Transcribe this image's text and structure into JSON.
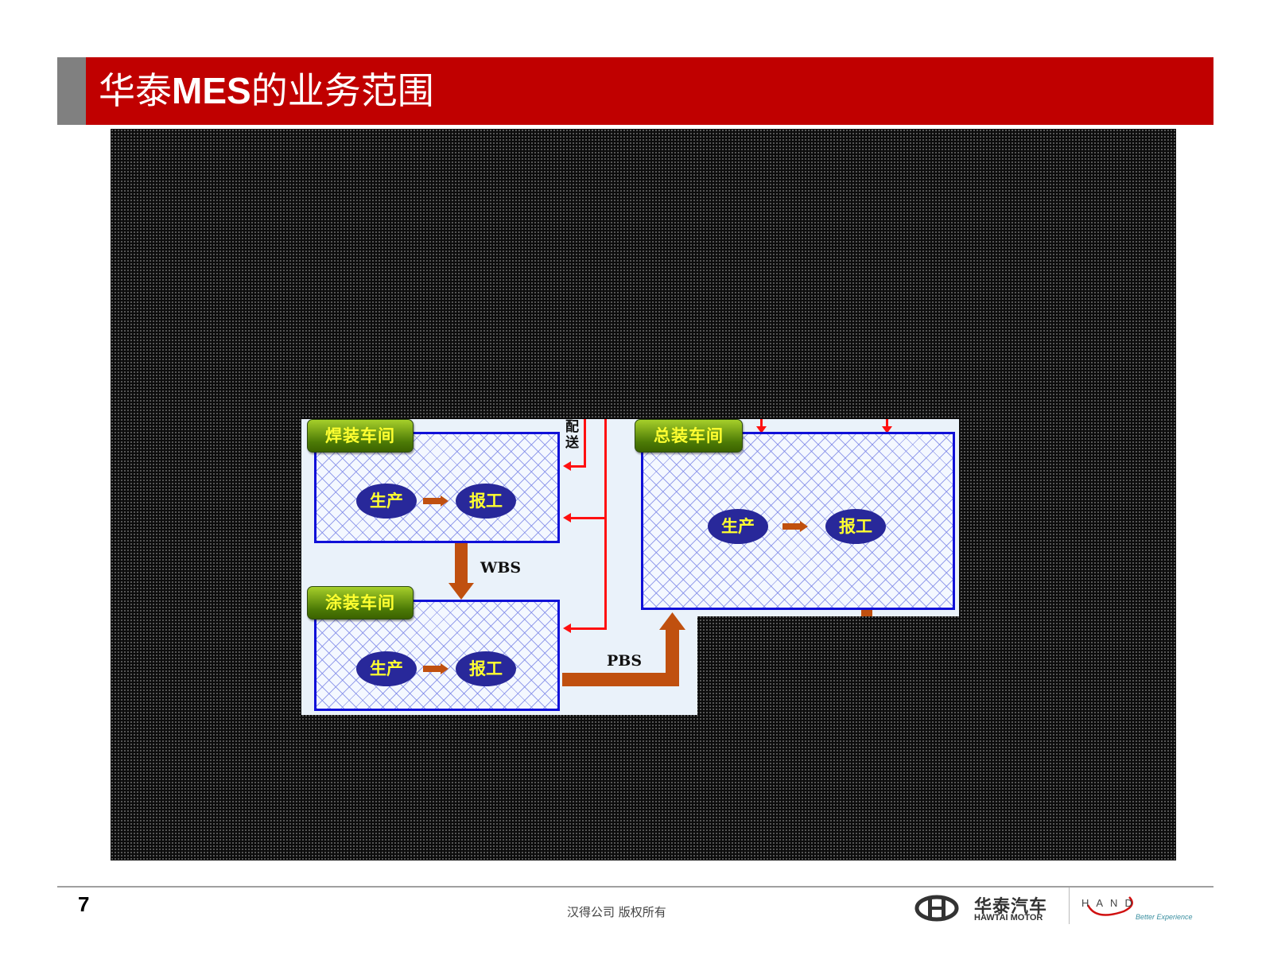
{
  "header": {
    "title_prefix": "华泰",
    "title_bold": "MES",
    "title_suffix": "的业务范围"
  },
  "diagram": {
    "shops": [
      {
        "name": "焊装车间",
        "step_from": "生产",
        "step_to": "报工"
      },
      {
        "name": "涂装车间",
        "step_from": "生产",
        "step_to": "报工"
      },
      {
        "name": "总装车间",
        "step_from": "生产",
        "step_to": "报工"
      }
    ],
    "flows": {
      "weld_to_paint": "WBS",
      "paint_to_assembly": "PBS",
      "delivery_label": "配送"
    },
    "colors": {
      "title_red": "#c00000",
      "box_border": "#1010d8",
      "tag_text": "#ffff30",
      "oval_fill": "#28289a",
      "flow_arrow": "#c0500f",
      "signal_line": "#ff1010"
    }
  },
  "footer": {
    "page_number": "7",
    "copyright": "汉得公司    版权所有",
    "hawtai_cn": "华泰汽车",
    "hawtai_en": "HAWTAI MOTOR",
    "hand_logo": "HAND",
    "hand_tagline": "Better Experience"
  }
}
